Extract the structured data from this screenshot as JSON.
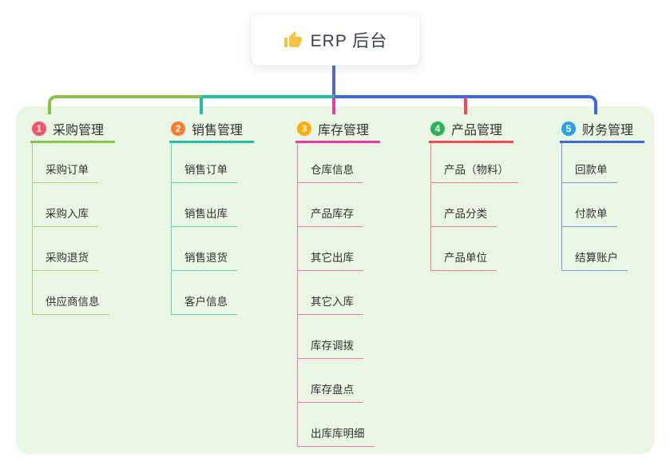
{
  "root": {
    "title": "ERP 后台",
    "icon": "thumbs-up-icon",
    "icon_color": "#f6c344",
    "stem_color": "#5565c8"
  },
  "board_background": "#e9f6e3",
  "branches": [
    {
      "number": "1",
      "label": "采购管理",
      "line_color": "#8bc34a",
      "badge_color": "#f0566b",
      "children": [
        "采购订单",
        "采购入库",
        "采购退货",
        "供应商信息"
      ]
    },
    {
      "number": "2",
      "label": "销售管理",
      "line_color": "#1fbfa9",
      "badge_color": "#f97c35",
      "children": [
        "销售订单",
        "销售出库",
        "销售退货",
        "客户信息"
      ]
    },
    {
      "number": "3",
      "label": "库存管理",
      "line_color": "#e93c9f",
      "badge_color": "#ffad0d",
      "children": [
        "仓库信息",
        "产品库存",
        "其它出库",
        "其它入库",
        "库存调拨",
        "库存盘点",
        "出库库明细"
      ]
    },
    {
      "number": "4",
      "label": "产品管理",
      "line_color": "#f4465a",
      "badge_color": "#2eb354",
      "children": [
        "产品（物料）",
        "产品分类",
        "产品单位"
      ]
    },
    {
      "number": "5",
      "label": "财务管理",
      "line_color": "#3e68df",
      "badge_color": "#2d9fe4",
      "children": [
        "回款单",
        "付款单",
        "结算账户"
      ]
    }
  ]
}
